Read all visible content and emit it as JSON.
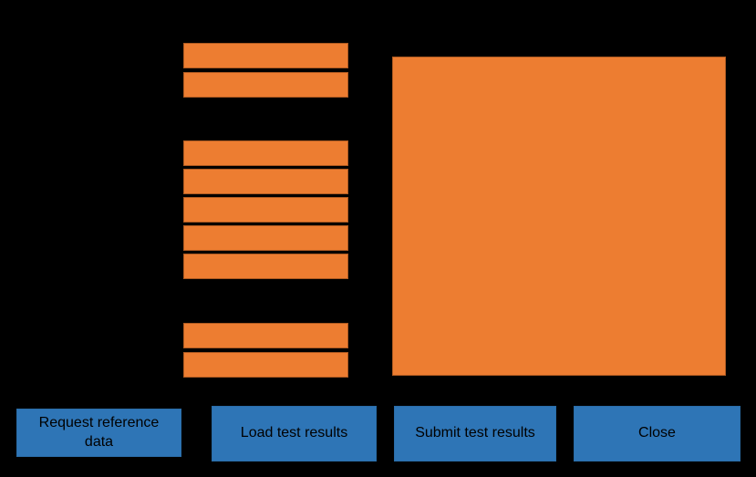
{
  "colors": {
    "background": "#000000",
    "field_fill": "#ED7D31",
    "field_border": "#AE5A21",
    "button_fill": "#2E75B6",
    "button_border": "#2A6DA8",
    "button_text": "#000000"
  },
  "field_groups": [
    {
      "name": "top-field-group",
      "count": 2
    },
    {
      "name": "middle-field-group",
      "count": 5
    },
    {
      "name": "bottom-field-group",
      "count": 2
    }
  ],
  "buttons": [
    {
      "id": "request-reference-data",
      "label": "Request reference data"
    },
    {
      "id": "load-test-results",
      "label": "Load test results"
    },
    {
      "id": "submit-test-results",
      "label": "Submit test results"
    },
    {
      "id": "close",
      "label": "Close"
    }
  ]
}
